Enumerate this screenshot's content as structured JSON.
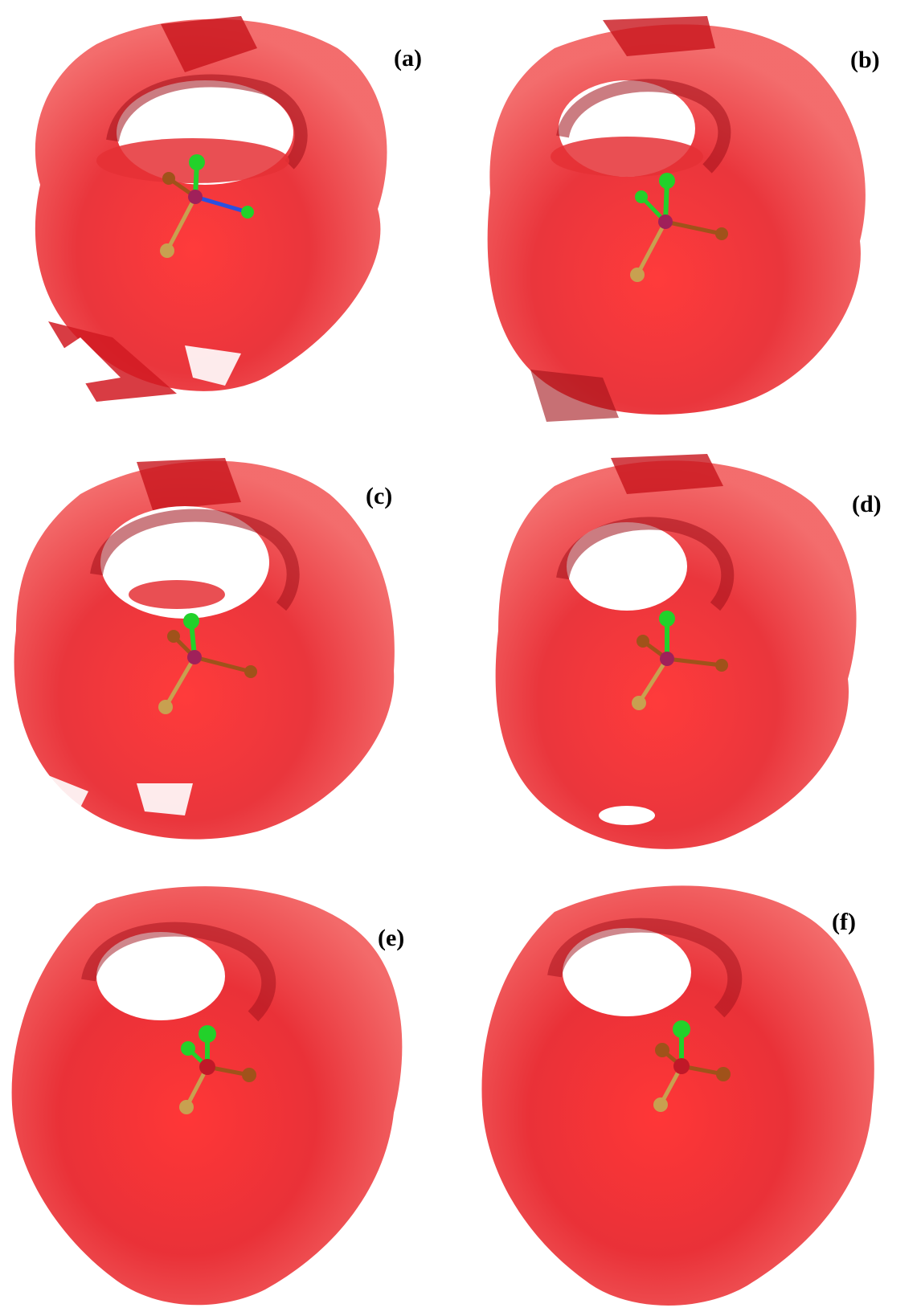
{
  "figure": {
    "panels": [
      {
        "label": "(a)"
      },
      {
        "label": "(b)"
      },
      {
        "label": "(c)"
      },
      {
        "label": "(d)"
      },
      {
        "label": "(e)"
      },
      {
        "label": "(f)"
      }
    ]
  },
  "colors": {
    "surface": "#e8242b",
    "surface_dark": "#b01018",
    "surface_light": "#ff7a7a",
    "atom_green": "#22d12a",
    "atom_brown": "#a0521a",
    "atom_tan": "#c8a050",
    "atom_center": "#a0205a"
  }
}
